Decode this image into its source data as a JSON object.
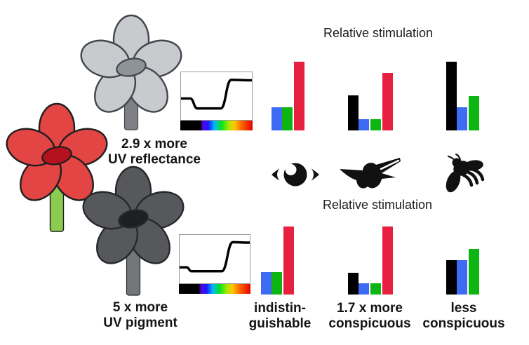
{
  "headers": {
    "top": "Relative stimulation",
    "bottom": "Relative stimulation"
  },
  "flowers": {
    "white": {
      "label_line1": "2.9 x more",
      "label_line2": "UV reflectance",
      "petal": "#c9cacd",
      "center": "#8e939a",
      "stem": "#7e8085",
      "outline": "#41464d"
    },
    "red": {
      "petal": "#e24543",
      "center": "#b5121f",
      "stem": "#8bcb4f",
      "outline": "#1f1f1f"
    },
    "dark": {
      "label_line1": "5 x more",
      "label_line2": "UV pigment",
      "petal": "#56585b",
      "center": "#1d1f21",
      "stem": "#747679",
      "outline": "#26282b"
    }
  },
  "outcomes": {
    "human": {
      "line1": "indistin-",
      "line2": "guishable"
    },
    "hummingbird": {
      "line1": "1.7 x more",
      "line2": "conspicuous"
    },
    "bee": {
      "line1": "less",
      "line2": "conspicuous"
    }
  },
  "icons": {
    "human": "eye-icon",
    "hummingbird": "hummingbird-icon",
    "bee": "bee-icon"
  },
  "colors": {
    "channels": {
      "uv": "#000000",
      "blue": "#3d6bf3",
      "green": "#0cb512",
      "red": "#e6203e"
    },
    "text": "#141414"
  },
  "chart_data": [
    {
      "id": "bars-human-white",
      "type": "bar",
      "title": "Relative stimulation",
      "flower": "white flower (2.9 x more UV reflectance)",
      "viewer": "human eye",
      "categories": [
        "blue",
        "green",
        "red"
      ],
      "values": [
        34,
        34,
        100
      ],
      "ylim": [
        0,
        100
      ],
      "units": "relative stimulation, tallest bar = 100"
    },
    {
      "id": "bars-hummingbird-white",
      "type": "bar",
      "title": "Relative stimulation",
      "flower": "white flower (2.9 x more UV reflectance)",
      "viewer": "hummingbird",
      "categories": [
        "uv",
        "blue",
        "green",
        "red"
      ],
      "values": [
        51,
        16,
        16,
        84
      ],
      "ylim": [
        0,
        100
      ]
    },
    {
      "id": "bars-bee-white",
      "type": "bar",
      "title": "Relative stimulation",
      "flower": "white flower (2.9 x more UV reflectance)",
      "viewer": "bee",
      "categories": [
        "uv",
        "blue",
        "green"
      ],
      "values": [
        100,
        34,
        50
      ],
      "ylim": [
        0,
        100
      ]
    },
    {
      "id": "bars-human-dark",
      "type": "bar",
      "title": "Relative stimulation",
      "flower": "dark flower (5 x more UV pigment)",
      "viewer": "human eye",
      "categories": [
        "blue",
        "green",
        "red"
      ],
      "values": [
        33,
        33,
        99
      ],
      "ylim": [
        0,
        100
      ],
      "outcome": "indistinguishable"
    },
    {
      "id": "bars-hummingbird-dark",
      "type": "bar",
      "title": "Relative stimulation",
      "flower": "dark flower (5 x more UV pigment)",
      "viewer": "hummingbird",
      "categories": [
        "uv",
        "blue",
        "green",
        "red"
      ],
      "values": [
        32,
        16,
        16,
        99
      ],
      "ylim": [
        0,
        100
      ],
      "outcome": "1.7 x more conspicuous"
    },
    {
      "id": "bars-bee-dark",
      "type": "bar",
      "title": "Relative stimulation",
      "flower": "dark flower (5 x more UV pigment)",
      "viewer": "bee",
      "categories": [
        "uv",
        "blue",
        "green"
      ],
      "values": [
        50,
        50,
        66
      ],
      "ylim": [
        0,
        100
      ],
      "outcome": "less conspicuous"
    },
    {
      "id": "spectrum-white",
      "type": "line",
      "xlabel": "wavelength (UV black segment, then visible spectrum color bar)",
      "ylabel": "reflectance (unlabeled axis)",
      "points": [
        [
          0,
          0.45
        ],
        [
          0.13,
          0.45
        ],
        [
          0.23,
          0.24
        ],
        [
          0.56,
          0.24
        ],
        [
          0.71,
          0.84
        ],
        [
          1,
          0.83
        ]
      ]
    },
    {
      "id": "spectrum-dark",
      "type": "line",
      "xlabel": "wavelength (UV black segment, then visible spectrum color bar)",
      "ylabel": "reflectance (unlabeled axis)",
      "points": [
        [
          0,
          0.33
        ],
        [
          0.1,
          0.33
        ],
        [
          0.17,
          0.25
        ],
        [
          0.6,
          0.25
        ],
        [
          0.76,
          0.85
        ],
        [
          1,
          0.84
        ]
      ]
    }
  ]
}
